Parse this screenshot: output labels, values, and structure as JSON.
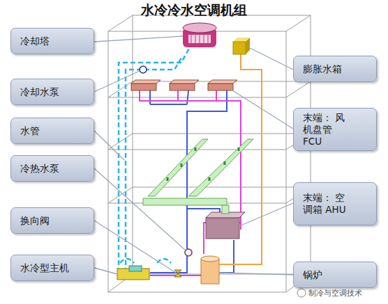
{
  "diagram": {
    "title": "水冷冷水空调机组",
    "nodes": [
      {
        "text": [
          "冷却塔"
        ]
      },
      {
        "text": [
          "膨胀水箱"
        ]
      },
      {
        "text": [
          "冷却水泵"
        ]
      },
      {
        "text": [
          "末端： 风机盘管 FCU"
        ]
      },
      {
        "text": [
          "水管"
        ]
      },
      {
        "text": [
          "冷热水泵"
        ]
      },
      {
        "text": [
          "末端： 空调箱 AHU"
        ]
      },
      {
        "text": [
          "换向阀"
        ]
      },
      {
        "text": [
          "水冷型主机"
        ]
      },
      {
        "text": [
          "锅炉"
        ]
      }
    ],
    "labels": [
      "制冷与空调技术"
    ]
  }
}
